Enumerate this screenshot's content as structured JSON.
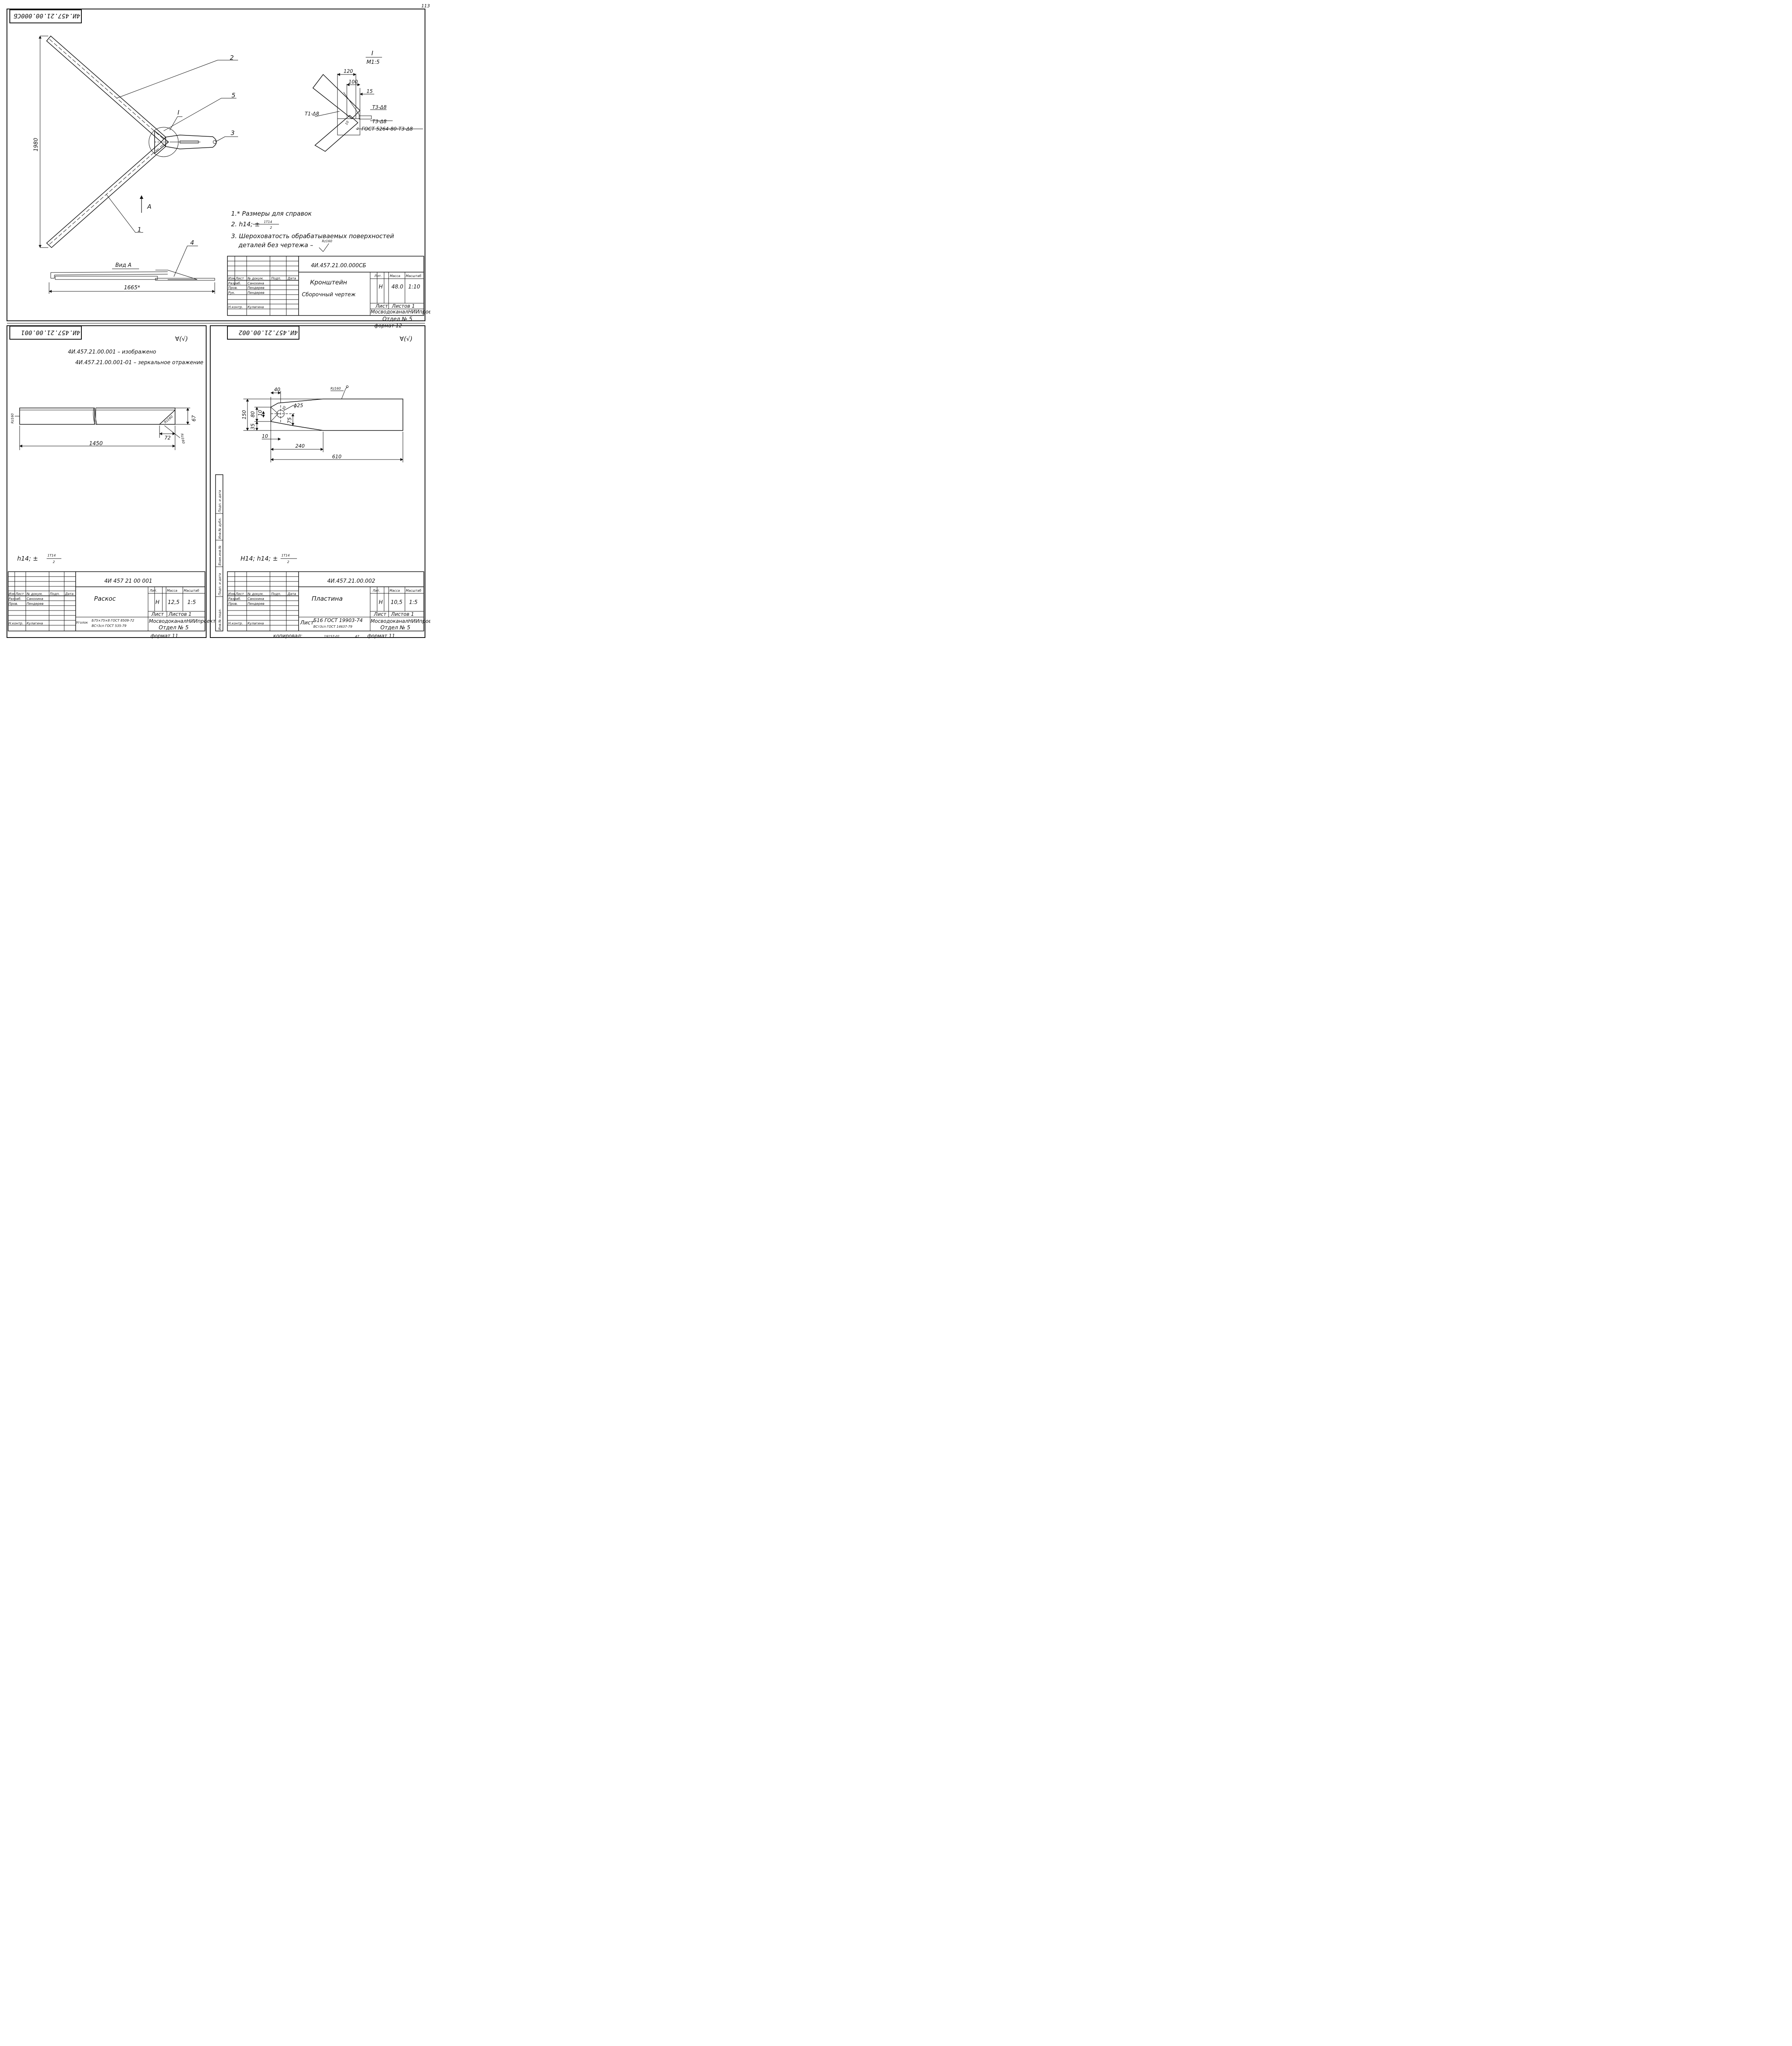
{
  "page_number": "113",
  "assembly": {
    "code_stamp": "4И.457.21.00.000СБ",
    "section_label": "I",
    "section_scale": "М1:5",
    "leader_numbers": [
      "2",
      "5",
      "3",
      "1",
      "4"
    ],
    "dim_1980": "1980",
    "view_arrow_label": "А",
    "view_title": "Вид А",
    "dim_1665": "1665*",
    "detail_dims": {
      "d120": "120",
      "d100": "100",
      "d15": "15",
      "d10": "10",
      "d2": "2"
    },
    "weld_labels": {
      "t1": "Т1-Δ8",
      "t3a": "Т3-Δ8",
      "t3b": "Т3-Δ8",
      "gost": "ГОСТ 5264-80-Т3-Δ8"
    },
    "notes": [
      "1.* Размеры для справок",
      "2. h14; ±",
      "3. Шероховатость обрабатываемых поверхностей",
      "деталей без чертежа –"
    ],
    "note2_frac_num": "1Т14",
    "note2_frac_den": "2",
    "rz_mark": "Rz160",
    "title_block": {
      "code": "4И.457.21.00.000СБ",
      "name": "Кронштейн",
      "subtitle": "Сборочный чертеж",
      "col_heads": [
        "Изм.",
        "Лист",
        "№ докум.",
        "Подп.",
        "Дата"
      ],
      "rows": [
        [
          "Разраб.",
          "Санохина"
        ],
        [
          "Пров.",
          "Пендерев"
        ],
        [
          "Рук.",
          "Пендерев"
        ],
        [
          "Н.контр.",
          "Кулагина"
        ]
      ],
      "lit_label": "Лит.",
      "mass_label": "Масса",
      "scale_label": "Масштаб",
      "lit": "Н",
      "mass": "48.0",
      "scale": "1:10",
      "sheet_label": "Лист",
      "sheets_label": "Листов 1",
      "org": "МосводоканалНИИпроект",
      "dept": "Отдел № 5"
    },
    "format": "формат 12"
  },
  "part1": {
    "code_stamp": "4И.457.21.00.001",
    "roughness": "∀(√)",
    "line1": "4И.457.21.00.001 – изображено",
    "line2": "4И.457.21.00.001-01 – зеркальное отражение",
    "dim_1450": "1450",
    "dim_67": "67",
    "dim_72": "72",
    "rz_left": "Rz160",
    "rz_mid": "Rz160",
    "rz_right": "Rz160",
    "tol": "h14; ±",
    "tol_num": "1Т14",
    "tol_den": "2",
    "title_block": {
      "code": "4И 457 21 00 001",
      "name": "Раскос",
      "col_heads": [
        "Изм.",
        "Лист",
        "№ докум.",
        "Подп.",
        "Дата"
      ],
      "rows": [
        [
          "Разраб.",
          "Санохина"
        ],
        [
          "Пров.",
          "Пендерев"
        ],
        [
          "Н.контр.",
          "Кулагина"
        ]
      ],
      "lit_label": "Лит.",
      "mass_label": "Масса",
      "scale_label": "Масштаб",
      "lit": "Н",
      "mass": "12,5",
      "scale": "1:5",
      "sheet_label": "Лист",
      "sheets_label": "Листов 1",
      "material_prefix": "Уголок",
      "material_1": "Б75×75×8 ГОСТ 8509-72",
      "material_2": "ВСт3сп ГОСТ 535-79",
      "org": "МосводоканалНИИпроект",
      "dept": "Отдел № 5"
    },
    "format": "формат 11"
  },
  "part2": {
    "code_stamp": "4И.457.21.00.002",
    "roughness": "∀(√)",
    "dims": {
      "d40": "40",
      "d150": "150",
      "d80": "80",
      "d10a": "10",
      "d35": "35",
      "d30": "30",
      "d25": "ϕ25",
      "d75": "75",
      "d10b": "10",
      "d240": "240",
      "d610": "610"
    },
    "rz": "Rz160",
    "tol": "Н14; h14; ±",
    "tol_num": "1Т14",
    "tol_den": "2",
    "side_labels": [
      "Инв.№ подл.",
      "Подп. и дата",
      "Взам.инв.№",
      "Инв.№ дубл.",
      "Подп. и дата"
    ],
    "title_block": {
      "code": "4И.457.21.00.002",
      "name": "Пластина",
      "col_heads": [
        "Изм.",
        "Лист",
        "№ докум.",
        "Подп.",
        "Дата"
      ],
      "rows": [
        [
          "Разраб.",
          "Санохина"
        ],
        [
          "Пров.",
          "Пендерев"
        ],
        [
          "Н.контр.",
          "Кулагина"
        ]
      ],
      "lit_label": "Лит.",
      "mass_label": "Масса",
      "scale_label": "Масштаб",
      "lit": "Н",
      "mass": "10,5",
      "scale": "1:5",
      "sheet_label": "Лист",
      "sheets_label": "Листов 1",
      "material_prefix": "Лист",
      "material_1": "Б16 ГОСТ 19903-74",
      "material_2": "ВСт3сп ГОСТ 14637-79",
      "org": "МосводоканалНИИпроект",
      "dept": "Отдел № 5"
    },
    "format": "формат 11"
  },
  "footer": {
    "copied": "копировал:",
    "order": "19157-01",
    "page": "47"
  }
}
